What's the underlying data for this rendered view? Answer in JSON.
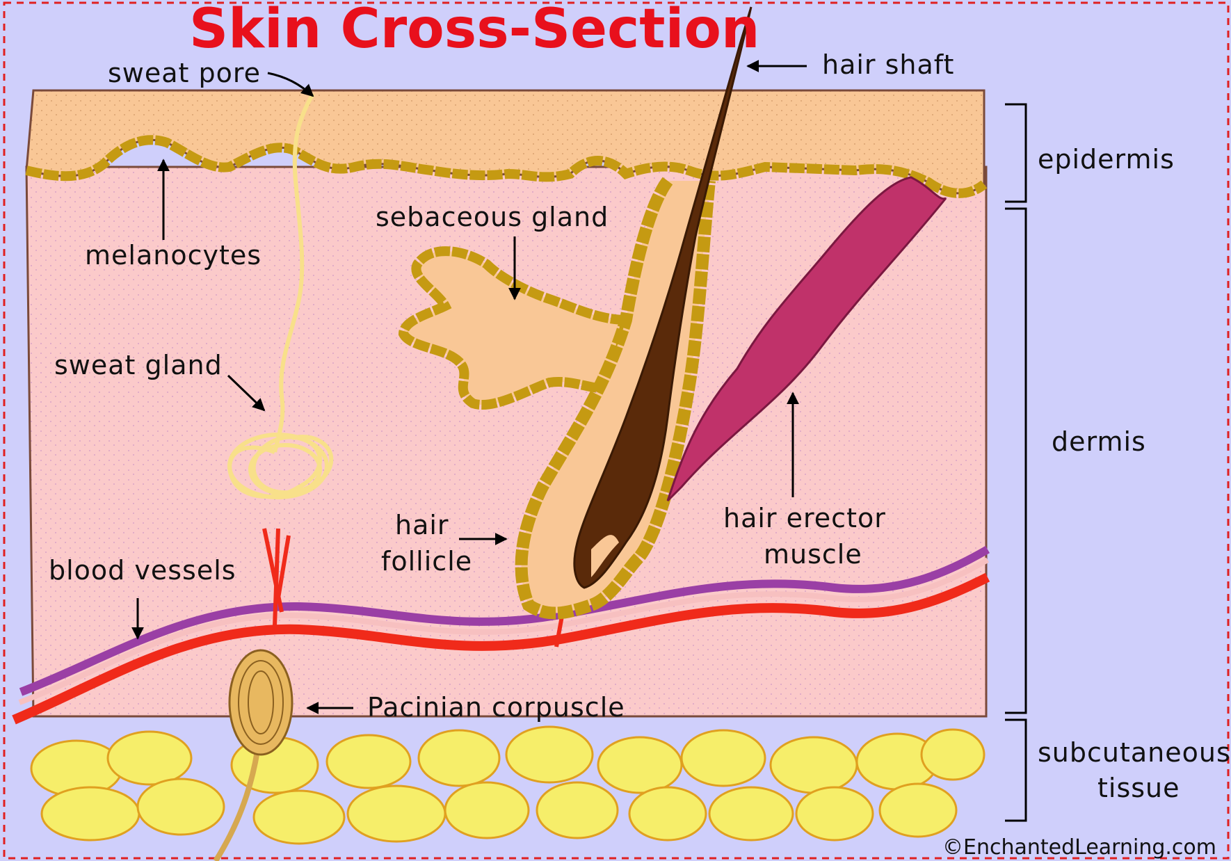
{
  "title": "Skin Cross-Section",
  "labels": {
    "sweat_pore": "sweat pore",
    "hair_shaft": "hair shaft",
    "melanocytes": "melanocytes",
    "sebaceous_gland": "sebaceous gland",
    "sweat_gland": "sweat gland",
    "hair_follicle_line1": "hair",
    "hair_follicle_line2": "follicle",
    "hair_erector_line1": "hair erector",
    "hair_erector_line2": "muscle",
    "blood_vessels": "blood vessels",
    "pacinian_corpuscle": "Pacinian corpuscle"
  },
  "layers": {
    "epidermis": "epidermis",
    "dermis": "dermis",
    "subcutaneous_line1": "subcutaneous",
    "subcutaneous_line2": "tissue"
  },
  "credit": "©EnchantedLearning.com",
  "colors": {
    "background": "#cfcffb",
    "epidermis": "#f9c796",
    "dermis": "#fbcaca",
    "melanocyte_border": "#c59a12",
    "hair": "#5a2a0a",
    "muscle": "#c0326a",
    "vein": "#9a3fa5",
    "artery": "#f02a1a",
    "fat": "#f6ee6a",
    "title": "#e8101c"
  }
}
